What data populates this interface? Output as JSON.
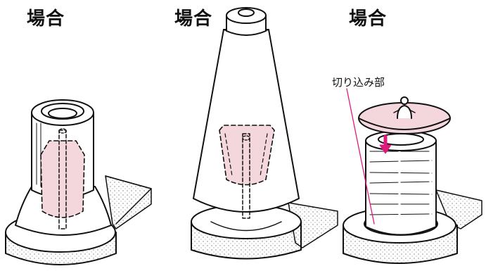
{
  "panels": [
    {
      "title": "場合"
    },
    {
      "title": "場合"
    },
    {
      "title": "場合"
    }
  ],
  "callout": {
    "text": "切り込み部"
  },
  "colors": {
    "accent_pink": "#f3d7dd",
    "arrow_magenta": "#e0197d",
    "line": "#111111",
    "foam": "#ffffff"
  }
}
